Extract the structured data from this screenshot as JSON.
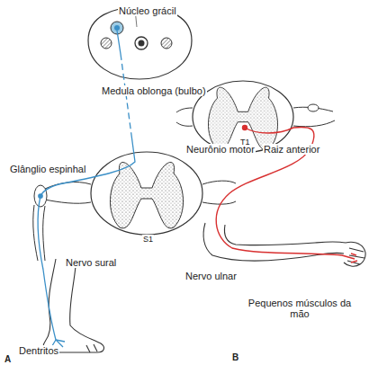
{
  "diagram": {
    "labels": [
      "Núcleo grácil",
      "Medula oblonga (bulbo)",
      "Neurônio motor",
      "T1",
      "Raiz anterior",
      "Glânglio espinhal",
      "S1",
      "Nervo sural",
      "Nervo ulnar",
      "Pequenos músculos da mão",
      "Dentritos",
      "A",
      "B"
    ]
  }
}
